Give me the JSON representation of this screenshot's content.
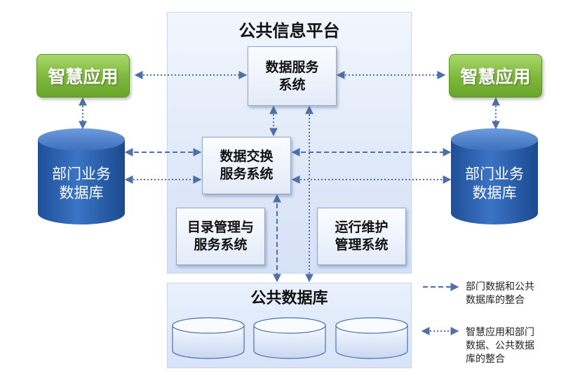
{
  "platform": {
    "title": "公共信息平台"
  },
  "boxes": {
    "data_service": "数据服务\n系统",
    "data_exchange": "数据交换\n服务系统",
    "catalog": "目录管理与\n服务系统",
    "ops": "运行维护\n管理系统"
  },
  "smart_apps": {
    "left": "智慧应用",
    "right": "智慧应用"
  },
  "dept_db": {
    "left": "部门业务\n数据库",
    "right": "部门业务\n数据库"
  },
  "public_db": {
    "title": "公共数据库"
  },
  "legend": {
    "dashed": "部门数据和公共\n数据库的整合",
    "dotted": "智慧应用和部门\n数据、公共数据\n库的整合"
  },
  "colors": {
    "line": "#4f6fa8",
    "green": "#7eb63c",
    "db_blue": "#2f64b3"
  }
}
